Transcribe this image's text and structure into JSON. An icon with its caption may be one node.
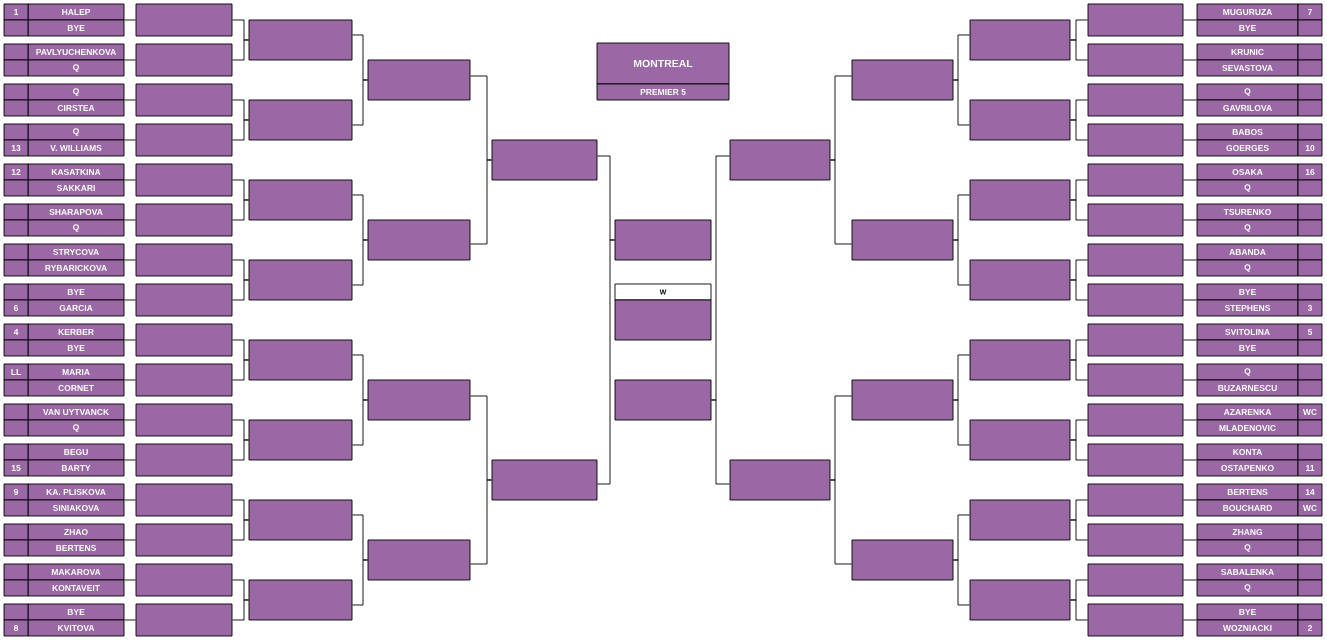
{
  "diagram": {
    "nodes": [
      {
        "text": [
          "1",
          "HALEP"
        ]
      },
      {
        "text": [
          "BYE"
        ]
      },
      {
        "text": [
          "PAVLYUCHENKOVA"
        ]
      },
      {
        "text": [
          "Q"
        ]
      },
      {
        "text": [
          "Q"
        ]
      },
      {
        "text": [
          "CIRSTEA"
        ]
      },
      {
        "text": [
          "Q"
        ]
      },
      {
        "text": [
          "13",
          "V. WILLIAMS"
        ]
      },
      {
        "text": [
          "12",
          "KASATKINA"
        ]
      },
      {
        "text": [
          "SAKKARI"
        ]
      },
      {
        "text": [
          "SHARAPOVA"
        ]
      },
      {
        "text": [
          "Q"
        ]
      },
      {
        "text": [
          "STRYCOVA"
        ]
      },
      {
        "text": [
          "RYBARICKOVA"
        ]
      },
      {
        "text": [
          "BYE"
        ]
      },
      {
        "text": [
          "6",
          "GARCIA"
        ]
      },
      {
        "text": [
          "4",
          "KERBER"
        ]
      },
      {
        "text": [
          "BYE"
        ]
      },
      {
        "text": [
          "LL",
          "MARIA"
        ]
      },
      {
        "text": [
          "CORNET"
        ]
      },
      {
        "text": [
          "VAN UYTVANCK"
        ]
      },
      {
        "text": [
          "Q"
        ]
      },
      {
        "text": [
          "BEGU"
        ]
      },
      {
        "text": [
          "15",
          "BARTY"
        ]
      },
      {
        "text": [
          "9",
          "KA. PLISKOVA"
        ]
      },
      {
        "text": [
          "SINIAKOVA"
        ]
      },
      {
        "text": [
          "ZHAO"
        ]
      },
      {
        "text": [
          "BERTENS"
        ]
      },
      {
        "text": [
          "MAKAROVA"
        ]
      },
      {
        "text": [
          "KONTAVEIT"
        ]
      },
      {
        "text": [
          "BYE"
        ]
      },
      {
        "text": [
          "8",
          "KVITOVA"
        ]
      },
      {
        "text": [],
        "shape": "box"
      },
      {
        "text": [],
        "shape": "box"
      },
      {
        "text": [],
        "shape": "box"
      },
      {
        "text": [],
        "shape": "box"
      },
      {
        "text": [],
        "shape": "box"
      },
      {
        "text": [],
        "shape": "box"
      },
      {
        "text": [],
        "shape": "box"
      },
      {
        "text": [],
        "shape": "box"
      },
      {
        "text": [],
        "shape": "box"
      },
      {
        "text": [],
        "shape": "box"
      },
      {
        "text": [],
        "shape": "box"
      },
      {
        "text": [],
        "shape": "box"
      },
      {
        "text": [],
        "shape": "box"
      },
      {
        "text": [],
        "shape": "box"
      },
      {
        "text": [],
        "shape": "box"
      },
      {
        "text": [],
        "shape": "box"
      },
      {
        "text": [],
        "shape": "box"
      },
      {
        "text": [],
        "shape": "box"
      },
      {
        "text": [],
        "shape": "box"
      },
      {
        "text": [],
        "shape": "box"
      },
      {
        "text": [],
        "shape": "box"
      },
      {
        "text": [],
        "shape": "box"
      },
      {
        "text": [],
        "shape": "box"
      },
      {
        "text": [],
        "shape": "box"
      },
      {
        "text": [],
        "shape": "box"
      },
      {
        "text": [],
        "shape": "box"
      },
      {
        "text": [],
        "shape": "box"
      },
      {
        "text": [],
        "shape": "box"
      },
      {
        "text": [],
        "shape": "box"
      },
      {
        "text": [],
        "shape": "box"
      },
      {
        "text": [
          "MONTREAL",
          "PREMIER 5"
        ]
      },
      {
        "text": [],
        "shape": "box"
      },
      {
        "text": [
          "W"
        ]
      },
      {
        "text": [],
        "shape": "box"
      },
      {
        "text": [],
        "shape": "box"
      },
      {
        "text": [],
        "shape": "box"
      },
      {
        "text": [],
        "shape": "box"
      },
      {
        "text": [],
        "shape": "box"
      },
      {
        "text": [],
        "shape": "box"
      },
      {
        "text": [],
        "shape": "box"
      },
      {
        "text": [],
        "shape": "box"
      },
      {
        "text": [],
        "shape": "box"
      },
      {
        "text": [],
        "shape": "box"
      },
      {
        "text": [],
        "shape": "box"
      },
      {
        "text": [],
        "shape": "box"
      },
      {
        "text": [],
        "shape": "box"
      },
      {
        "text": [],
        "shape": "box"
      },
      {
        "text": [],
        "shape": "box"
      },
      {
        "text": [],
        "shape": "box"
      },
      {
        "text": [],
        "shape": "box"
      },
      {
        "text": [],
        "shape": "box"
      },
      {
        "text": [],
        "shape": "box"
      },
      {
        "text": [],
        "shape": "box"
      },
      {
        "text": [],
        "shape": "box"
      },
      {
        "text": [],
        "shape": "box"
      },
      {
        "text": [],
        "shape": "box"
      },
      {
        "text": [],
        "shape": "box"
      },
      {
        "text": [],
        "shape": "box"
      },
      {
        "text": [],
        "shape": "box"
      },
      {
        "text": [],
        "shape": "box"
      },
      {
        "text": [],
        "shape": "box"
      },
      {
        "text": [],
        "shape": "box"
      },
      {
        "text": [],
        "shape": "box"
      },
      {
        "text": [],
        "shape": "box"
      },
      {
        "text": [
          "MUGURUZA",
          "7"
        ]
      },
      {
        "text": [
          "BYE"
        ]
      },
      {
        "text": [
          "KRUNIC"
        ]
      },
      {
        "text": [
          "SEVASTOVA"
        ]
      },
      {
        "text": [
          "Q"
        ]
      },
      {
        "text": [
          "GAVRILOVA"
        ]
      },
      {
        "text": [
          "BABOS"
        ]
      },
      {
        "text": [
          "GOERGES",
          "10"
        ]
      },
      {
        "text": [
          "OSAKA",
          "16"
        ]
      },
      {
        "text": [
          "Q"
        ]
      },
      {
        "text": [
          "TSURENKO"
        ]
      },
      {
        "text": [
          "Q"
        ]
      },
      {
        "text": [
          "ABANDA"
        ]
      },
      {
        "text": [
          "Q"
        ]
      },
      {
        "text": [
          "BYE"
        ]
      },
      {
        "text": [
          "STEPHENS",
          "3"
        ]
      },
      {
        "text": [
          "SVITOLINA",
          "5"
        ]
      },
      {
        "text": [
          "BYE"
        ]
      },
      {
        "text": [
          "Q"
        ]
      },
      {
        "text": [
          "BUZARNESCU"
        ]
      },
      {
        "text": [
          "AZARENKA",
          "WC"
        ]
      },
      {
        "text": [
          "MLADENOVIC"
        ]
      },
      {
        "text": [
          "KONTA"
        ]
      },
      {
        "text": [
          "OSTAPENKO",
          "11"
        ]
      },
      {
        "text": [
          "BERTENS",
          "14"
        ]
      },
      {
        "text": [
          "BOUCHARD",
          "WC"
        ]
      },
      {
        "text": [
          "ZHANG"
        ]
      },
      {
        "text": [
          "Q"
        ]
      },
      {
        "text": [
          "SABALENKA"
        ]
      },
      {
        "text": [
          "Q"
        ]
      },
      {
        "text": [
          "BYE"
        ]
      },
      {
        "text": [
          "WOZNIACKI",
          "2"
        ]
      }
    ],
    "edges": [
      {
        "from": 0,
        "to": 32,
        "arrow": "none"
      },
      {
        "from": 1,
        "to": 32,
        "arrow": "none"
      },
      {
        "from": 2,
        "to": 33,
        "arrow": "none"
      },
      {
        "from": 3,
        "to": 33,
        "arrow": "none"
      },
      {
        "from": 4,
        "to": 34,
        "arrow": "none"
      },
      {
        "from": 5,
        "to": 34,
        "arrow": "none"
      },
      {
        "from": 6,
        "to": 35,
        "arrow": "none"
      },
      {
        "from": 7,
        "to": 35,
        "arrow": "none"
      },
      {
        "from": 8,
        "to": 36,
        "arrow": "none"
      },
      {
        "from": 9,
        "to": 36,
        "arrow": "none"
      },
      {
        "from": 10,
        "to": 37,
        "arrow": "none"
      },
      {
        "from": 11,
        "to": 37,
        "arrow": "none"
      },
      {
        "from": 12,
        "to": 38,
        "arrow": "none"
      },
      {
        "from": 13,
        "to": 38,
        "arrow": "none"
      },
      {
        "from": 14,
        "to": 39,
        "arrow": "none"
      },
      {
        "from": 15,
        "to": 39,
        "arrow": "none"
      },
      {
        "from": 16,
        "to": 40,
        "arrow": "none"
      },
      {
        "from": 17,
        "to": 40,
        "arrow": "none"
      },
      {
        "from": 18,
        "to": 41,
        "arrow": "none"
      },
      {
        "from": 19,
        "to": 41,
        "arrow": "none"
      },
      {
        "from": 20,
        "to": 42,
        "arrow": "none"
      },
      {
        "from": 21,
        "to": 42,
        "arrow": "none"
      },
      {
        "from": 22,
        "to": 43,
        "arrow": "none"
      },
      {
        "from": 23,
        "to": 43,
        "arrow": "none"
      },
      {
        "from": 24,
        "to": 44,
        "arrow": "none"
      },
      {
        "from": 25,
        "to": 44,
        "arrow": "none"
      },
      {
        "from": 26,
        "to": 45,
        "arrow": "none"
      },
      {
        "from": 27,
        "to": 45,
        "arrow": "none"
      },
      {
        "from": 28,
        "to": 46,
        "arrow": "none"
      },
      {
        "from": 29,
        "to": 46,
        "arrow": "none"
      },
      {
        "from": 30,
        "to": 47,
        "arrow": "none"
      },
      {
        "from": 31,
        "to": 47,
        "arrow": "none"
      },
      {
        "from": 32,
        "to": 48,
        "arrow": "none"
      },
      {
        "from": 33,
        "to": 48,
        "arrow": "none"
      },
      {
        "from": 34,
        "to": 49,
        "arrow": "none"
      },
      {
        "from": 35,
        "to": 49,
        "arrow": "none"
      },
      {
        "from": 36,
        "to": 50,
        "arrow": "none"
      },
      {
        "from": 37,
        "to": 50,
        "arrow": "none"
      },
      {
        "from": 38,
        "to": 51,
        "arrow": "none"
      },
      {
        "from": 39,
        "to": 51,
        "arrow": "none"
      },
      {
        "from": 40,
        "to": 52,
        "arrow": "none"
      },
      {
        "from": 41,
        "to": 52,
        "arrow": "none"
      },
      {
        "from": 42,
        "to": 53,
        "arrow": "none"
      },
      {
        "from": 43,
        "to": 53,
        "arrow": "none"
      },
      {
        "from": 44,
        "to": 54,
        "arrow": "none"
      },
      {
        "from": 45,
        "to": 54,
        "arrow": "none"
      },
      {
        "from": 46,
        "to": 55,
        "arrow": "none"
      },
      {
        "from": 47,
        "to": 55,
        "arrow": "none"
      },
      {
        "from": 48,
        "to": 56,
        "arrow": "none"
      },
      {
        "from": 49,
        "to": 56,
        "arrow": "none"
      },
      {
        "from": 50,
        "to": 57,
        "arrow": "none"
      },
      {
        "from": 51,
        "to": 57,
        "arrow": "none"
      },
      {
        "from": 52,
        "to": 58,
        "arrow": "none"
      },
      {
        "from": 53,
        "to": 58,
        "arrow": "none"
      },
      {
        "from": 54,
        "to": 59,
        "arrow": "none"
      },
      {
        "from": 55,
        "to": 59,
        "arrow": "none"
      },
      {
        "from": 56,
        "to": 60,
        "arrow": "none"
      },
      {
        "from": 57,
        "to": 60,
        "arrow": "none"
      },
      {
        "from": 58,
        "to": 61,
        "arrow": "none"
      },
      {
        "from": 59,
        "to": 61,
        "arrow": "none"
      },
      {
        "from": 60,
        "to": 63,
        "arrow": "none"
      },
      {
        "from": 61,
        "to": 63,
        "arrow": "none"
      },
      {
        "from": 96,
        "to": 80,
        "arrow": "none"
      },
      {
        "from": 97,
        "to": 80,
        "arrow": "none"
      },
      {
        "from": 98,
        "to": 81,
        "arrow": "none"
      },
      {
        "from": 99,
        "to": 81,
        "arrow": "none"
      },
      {
        "from": 100,
        "to": 82,
        "arrow": "none"
      },
      {
        "from": 101,
        "to": 82,
        "arrow": "none"
      },
      {
        "from": 102,
        "to": 83,
        "arrow": "none"
      },
      {
        "from": 103,
        "to": 83,
        "arrow": "none"
      },
      {
        "from": 104,
        "to": 84,
        "arrow": "none"
      },
      {
        "from": 105,
        "to": 84,
        "arrow": "none"
      },
      {
        "from": 106,
        "to": 85,
        "arrow": "none"
      },
      {
        "from": 107,
        "to": 85,
        "arrow": "none"
      },
      {
        "from": 108,
        "to": 86,
        "arrow": "none"
      },
      {
        "from": 109,
        "to": 86,
        "arrow": "none"
      },
      {
        "from": 110,
        "to": 87,
        "arrow": "none"
      },
      {
        "from": 111,
        "to": 87,
        "arrow": "none"
      },
      {
        "from": 112,
        "to": 88,
        "arrow": "none"
      },
      {
        "from": 113,
        "to": 88,
        "arrow": "none"
      },
      {
        "from": 114,
        "to": 89,
        "arrow": "none"
      },
      {
        "from": 115,
        "to": 89,
        "arrow": "none"
      },
      {
        "from": 116,
        "to": 90,
        "arrow": "none"
      },
      {
        "from": 117,
        "to": 90,
        "arrow": "none"
      },
      {
        "from": 118,
        "to": 91,
        "arrow": "none"
      },
      {
        "from": 119,
        "to": 91,
        "arrow": "none"
      },
      {
        "from": 120,
        "to": 92,
        "arrow": "none"
      },
      {
        "from": 121,
        "to": 92,
        "arrow": "none"
      },
      {
        "from": 122,
        "to": 93,
        "arrow": "none"
      },
      {
        "from": 123,
        "to": 93,
        "arrow": "none"
      },
      {
        "from": 124,
        "to": 94,
        "arrow": "none"
      },
      {
        "from": 125,
        "to": 94,
        "arrow": "none"
      },
      {
        "from": 126,
        "to": 95,
        "arrow": "none"
      },
      {
        "from": 127,
        "to": 95,
        "arrow": "none"
      },
      {
        "from": 80,
        "to": 72,
        "arrow": "none"
      },
      {
        "from": 81,
        "to": 72,
        "arrow": "none"
      },
      {
        "from": 82,
        "to": 73,
        "arrow": "none"
      },
      {
        "from": 83,
        "to": 73,
        "arrow": "none"
      },
      {
        "from": 84,
        "to": 74,
        "arrow": "none"
      },
      {
        "from": 85,
        "to": 74,
        "arrow": "none"
      },
      {
        "from": 86,
        "to": 75,
        "arrow": "none"
      },
      {
        "from": 87,
        "to": 75,
        "arrow": "none"
      },
      {
        "from": 88,
        "to": 76,
        "arrow": "none"
      },
      {
        "from": 89,
        "to": 76,
        "arrow": "none"
      },
      {
        "from": 90,
        "to": 77,
        "arrow": "none"
      },
      {
        "from": 91,
        "to": 77,
        "arrow": "none"
      },
      {
        "from": 92,
        "to": 78,
        "arrow": "none"
      },
      {
        "from": 93,
        "to": 78,
        "arrow": "none"
      },
      {
        "from": 94,
        "to": 79,
        "arrow": "none"
      },
      {
        "from": 95,
        "to": 79,
        "arrow": "none"
      },
      {
        "from": 72,
        "to": 68,
        "arrow": "none"
      },
      {
        "from": 73,
        "to": 68,
        "arrow": "none"
      },
      {
        "from": 74,
        "to": 69,
        "arrow": "none"
      },
      {
        "from": 75,
        "to": 69,
        "arrow": "none"
      },
      {
        "from": 76,
        "to": 70,
        "arrow": "none"
      },
      {
        "from": 77,
        "to": 70,
        "arrow": "none"
      },
      {
        "from": 78,
        "to": 71,
        "arrow": "none"
      },
      {
        "from": 79,
        "to": 71,
        "arrow": "none"
      },
      {
        "from": 68,
        "to": 66,
        "arrow": "none"
      },
      {
        "from": 69,
        "to": 66,
        "arrow": "none"
      },
      {
        "from": 70,
        "to": 67,
        "arrow": "none"
      },
      {
        "from": 71,
        "to": 67,
        "arrow": "none"
      },
      {
        "from": 66,
        "to": 65,
        "arrow": "none"
      },
      {
        "from": 67,
        "to": 65,
        "arrow": "none"
      }
    ]
  }
}
